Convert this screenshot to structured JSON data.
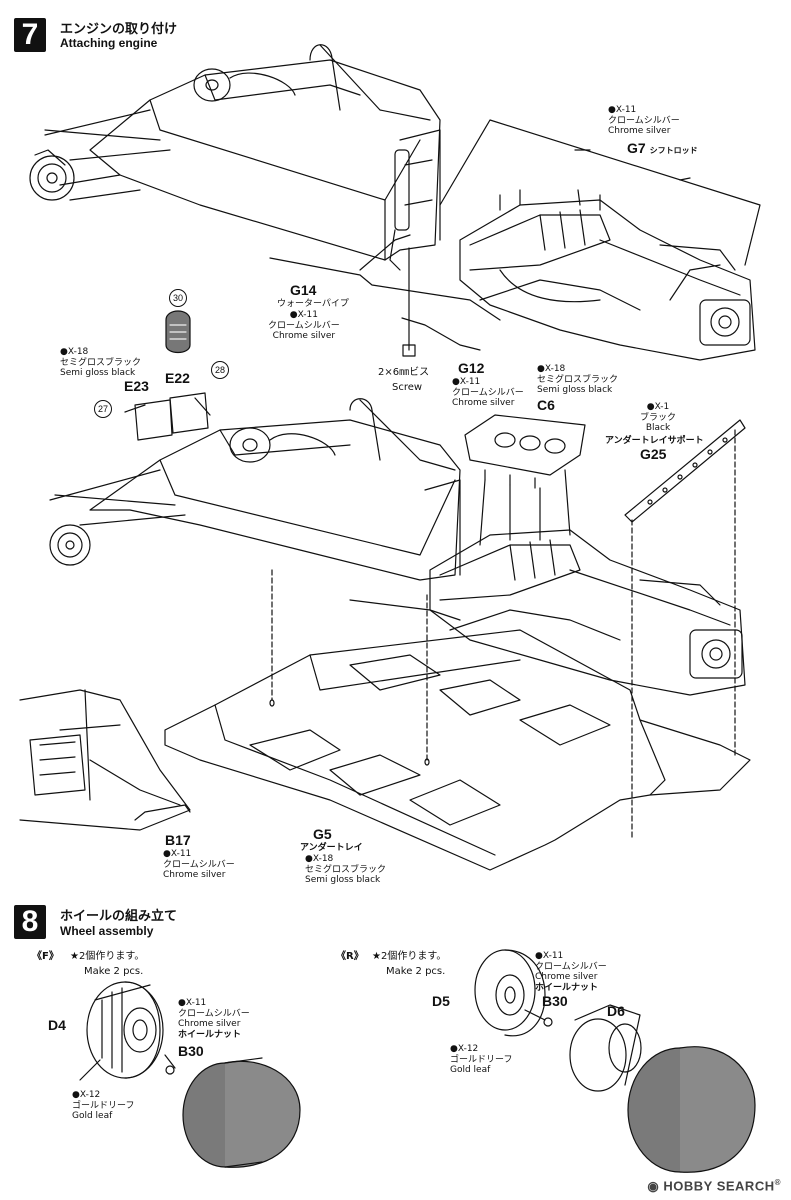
{
  "step7": {
    "number": "7",
    "title_jp": "エンジンの取り付け",
    "title_en": "Attaching engine"
  },
  "step8": {
    "number": "8",
    "title_jp": "ホイールの組み立て",
    "title_en": "Wheel assembly"
  },
  "parts": {
    "g7": {
      "code": "G7",
      "name_jp": "シフトロッド",
      "paint_code": "●X-11",
      "paint_jp": "クロームシルバー",
      "paint_en": "Chrome silver"
    },
    "g14": {
      "code": "G14",
      "name_jp": "ウォーターパイプ",
      "paint_code": "●X-11",
      "paint_jp": "クロームシルバー",
      "paint_en": "Chrome silver"
    },
    "screw": {
      "size": "2×6㎜ビス",
      "name_en": "Screw"
    },
    "g12": {
      "code": "G12",
      "paint_code": "●X-11",
      "paint_jp": "クロームシルバー",
      "paint_en": "Chrome silver"
    },
    "c6": {
      "code": "C6",
      "paint_code": "●X-18",
      "paint_jp": "セミグロスブラック",
      "paint_en": "Semi gloss black"
    },
    "g25": {
      "code": "G25",
      "name_jp": "アンダートレイサポート",
      "paint_code": "●X-1",
      "paint_jp": "ブラック",
      "paint_en": "Black"
    },
    "e23": {
      "code": "E23",
      "paint_code": "●X-18",
      "paint_jp": "セミグロスブラック",
      "paint_en": "Semi gloss black"
    },
    "e22": {
      "code": "E22"
    },
    "b17": {
      "code": "B17",
      "paint_code": "●X-11",
      "paint_jp": "クロームシルバー",
      "paint_en": "Chrome silver"
    },
    "g5": {
      "code": "G5",
      "name_jp": "アンダートレイ",
      "paint_code": "●X-18",
      "paint_jp": "セミグロスブラック",
      "paint_en": "Semi gloss black"
    }
  },
  "callouts": {
    "n30": "30",
    "n28": "28",
    "n27": "27"
  },
  "front": {
    "tag": "《F》",
    "note_jp": "★2個作ります。",
    "note_en": "Make 2 pcs.",
    "d4": "D4",
    "b30": {
      "code": "B30",
      "name_jp": "ホイールナット",
      "paint_code": "●X-11",
      "paint_jp": "クロームシルバー",
      "paint_en": "Chrome silver"
    },
    "gold": {
      "paint_code": "●X-12",
      "paint_jp": "ゴールドリーフ",
      "paint_en": "Gold leaf"
    }
  },
  "rear": {
    "tag": "《R》",
    "note_jp": "★2個作ります。",
    "note_en": "Make 2 pcs.",
    "d5": "D5",
    "d6": "D6",
    "b30": {
      "code": "B30",
      "name_jp": "ホイールナット",
      "paint_code": "●X-11",
      "paint_jp": "クロームシルバー",
      "paint_en": "Chrome silver"
    },
    "gold": {
      "paint_code": "●X-12",
      "paint_jp": "ゴールドリーフ",
      "paint_en": "Gold leaf"
    }
  },
  "watermark": {
    "brand": "HOBBY SEARCH"
  }
}
